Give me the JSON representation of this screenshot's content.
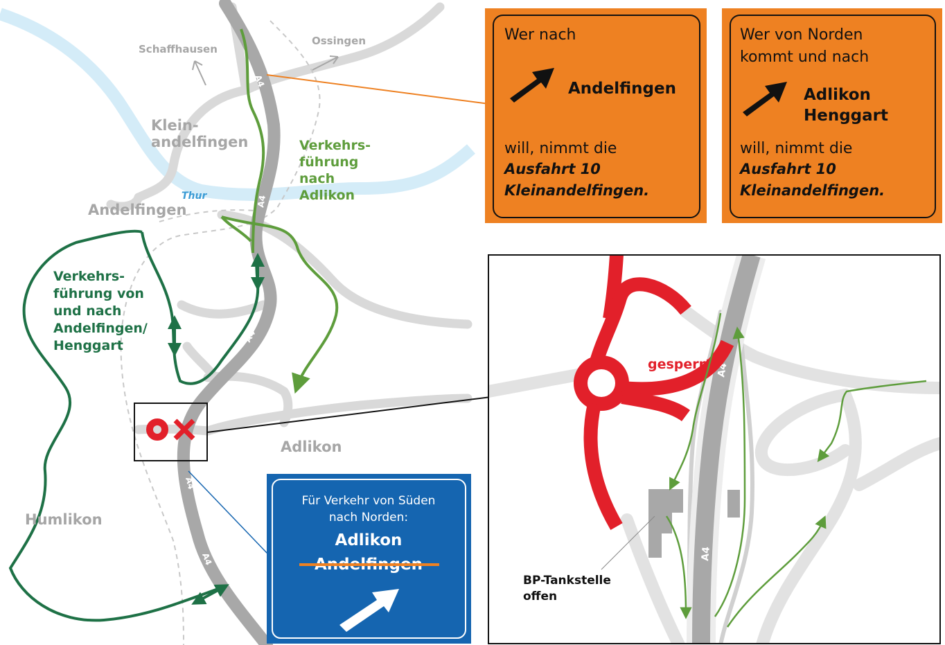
{
  "map": {
    "places": {
      "schaffhausen": "Schaffhausen",
      "ossingen": "Ossingen",
      "klein1": "Klein-",
      "klein2": "andelfingen",
      "andelfingen": "Andelfingen",
      "thur": "Thur",
      "adlikon": "Adlikon",
      "humlikon": "Humlikon"
    },
    "motorway_label": "A4",
    "route_adlikon": [
      "Verkehrs-",
      "führung",
      "nach",
      "Adlikon"
    ],
    "route_andelfingen": [
      "Verkehrs-",
      "führung von",
      "und nach",
      "Andelfingen/",
      "Henggart"
    ]
  },
  "sign_north_left": {
    "line1": "Wer nach",
    "destination": "Andelfingen",
    "line2": "will, nimmt die",
    "exit1": "Ausfahrt 10",
    "exit2": "Kleinandelfingen."
  },
  "sign_north_right": {
    "line1": "Wer von Norden",
    "line1b": "kommt und nach",
    "destination1": "Adlikon",
    "destination2": "Henggart",
    "line2": "will, nimmt die",
    "exit1": "Ausfahrt 10",
    "exit2": "Kleinandelfingen."
  },
  "sign_south": {
    "line1": "Für Verkehr von Süden",
    "line2": "nach Norden:",
    "destination": "Adlikon",
    "destination_crossed": "Andelfingen"
  },
  "detail": {
    "closed_label": "gesperrt",
    "station1": "BP-Tankstelle",
    "station2": "offen",
    "motorway_label": "A4"
  },
  "colors": {
    "orange": "#ee8122",
    "blue": "#1565b0",
    "red": "#e2202a",
    "dark_green": "#1e7146",
    "light_green": "#5e9d3c",
    "road_gray": "#d9d9d9",
    "motorway_gray": "#a8a8a8",
    "river_blue": "#d4ecf8"
  }
}
